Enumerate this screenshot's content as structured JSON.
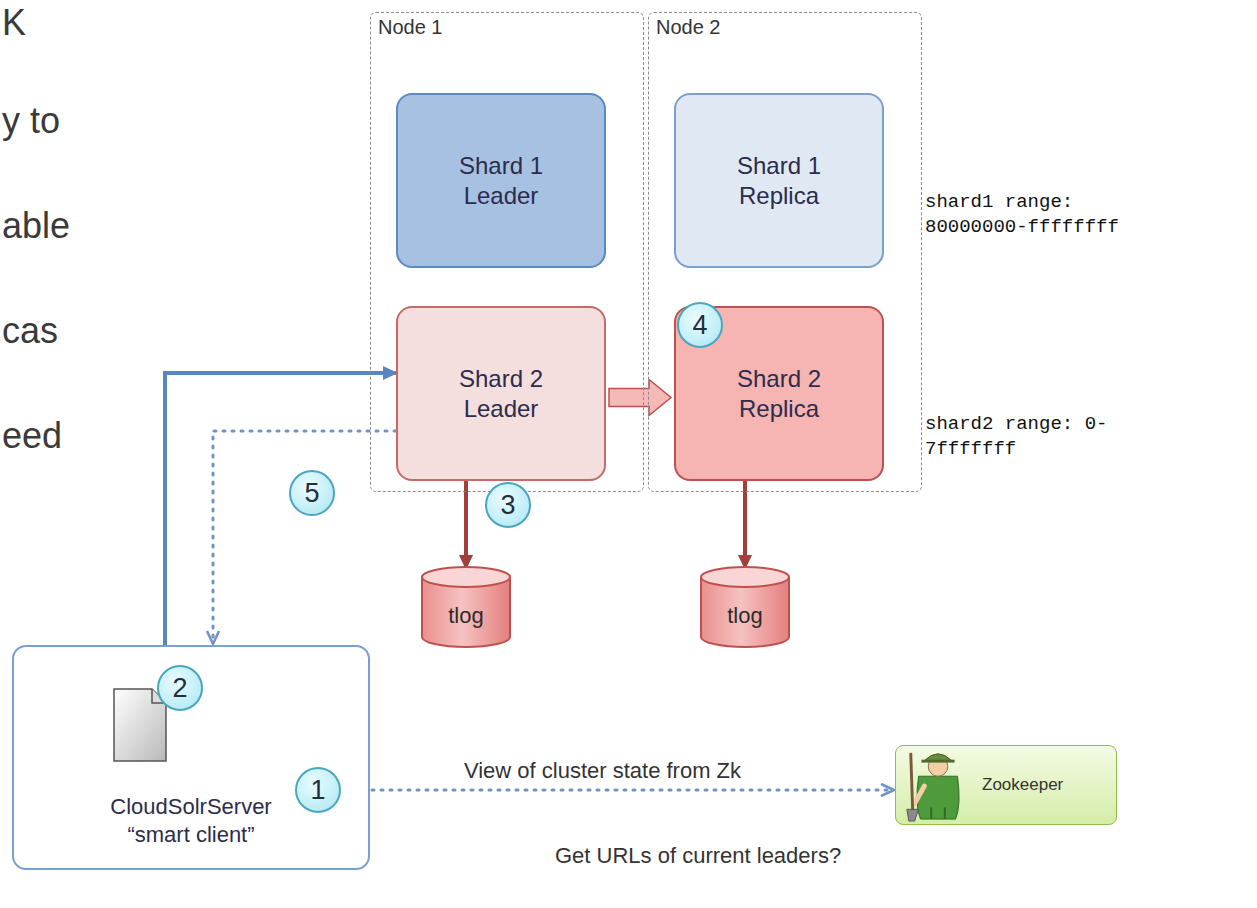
{
  "diagram": {
    "nodes": [
      {
        "text": [
          "Node 1"
        ]
      },
      {
        "text": [
          "Shard 1 Leader"
        ],
        "in": 0
      },
      {
        "text": [
          "Shard 2 Leader"
        ],
        "in": 0
      },
      {
        "text": [
          "Node 2"
        ]
      },
      {
        "text": [
          "Shard 1 Replica"
        ],
        "in": 3
      },
      {
        "text": [
          "Shard 2 Replica"
        ],
        "in": 3
      },
      {
        "text": [
          "tlog"
        ]
      },
      {
        "text": [
          "tlog"
        ]
      },
      {
        "text": [
          "CloudSolrServer “smart client”"
        ]
      },
      {
        "text": [
          "Zookeeper"
        ]
      }
    ],
    "edges": [
      {
        "from": 8,
        "to": 2,
        "arrow": "to"
      },
      {
        "from": 2,
        "to": 5,
        "arrow": "to"
      },
      {
        "from": 2,
        "to": 6,
        "arrow": "to"
      },
      {
        "from": 5,
        "to": 7,
        "arrow": "to"
      },
      {
        "from": 2,
        "to": 8,
        "arrow": "to"
      },
      {
        "from": 8,
        "to": 9,
        "arrow": "to",
        "label": "View of cluster state from Zk"
      }
    ],
    "labels": [
      "K",
      "y to",
      "able",
      "cas",
      "eed",
      "1",
      "2",
      "3",
      "4",
      "5",
      "shard1 range: 80000000-ffffffff",
      "shard2 range: 0-7fffffff",
      "Get URLs of current leaders?"
    ]
  }
}
